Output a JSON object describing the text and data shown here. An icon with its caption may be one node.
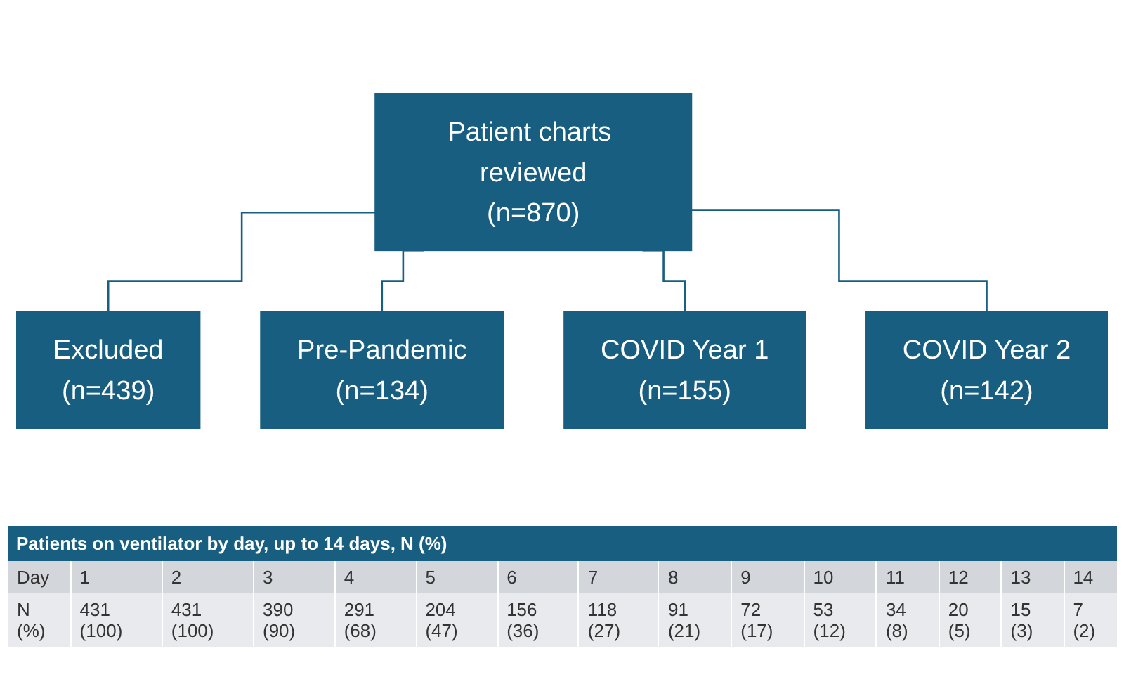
{
  "diagram": {
    "nodes": [
      {
        "text": [
          "Patient charts reviewed",
          "(n=870)"
        ]
      },
      {
        "text": [
          "Excluded",
          "(n=439)"
        ]
      },
      {
        "text": [
          "Pre-Pandemic",
          "(n=134)"
        ]
      },
      {
        "text": [
          "COVID Year 1",
          "(n=155)"
        ]
      },
      {
        "text": [
          "COVID Year 2",
          "(n=142)"
        ]
      }
    ],
    "edges": [
      {
        "from": 0,
        "to": 1,
        "arrow": "none"
      },
      {
        "from": 0,
        "to": 2,
        "arrow": "none"
      },
      {
        "from": 0,
        "to": 3,
        "arrow": "none"
      },
      {
        "from": 0,
        "to": 4,
        "arrow": "none"
      }
    ],
    "labels": [
      "Patients on ventilator by day, up to 14 days, N (%)",
      "Day",
      "1",
      "2",
      "3",
      "4",
      "5",
      "6",
      "7",
      "8",
      "9",
      "10",
      "11",
      "12",
      "13",
      "14",
      "N (%)",
      "431 (100)",
      "431 (100)",
      "390 (90)",
      "291 (68)",
      "204 (47)",
      "156 (36)",
      "118 (27)",
      "91 (21)",
      "72 (17)",
      "53 (12)",
      "34 (8)",
      "20 (5)",
      "15 (3)",
      "7 (2)"
    ]
  }
}
